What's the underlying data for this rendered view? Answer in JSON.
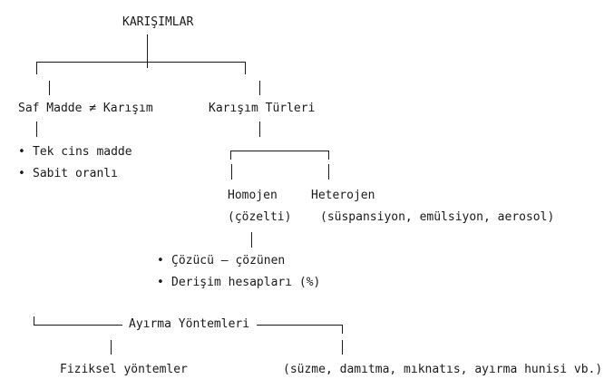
{
  "diagram": {
    "root": "KARIŞIMLAR",
    "left_branch": {
      "title": "Saf Madde ≠ Karışım",
      "bullets": [
        "Tek cins madde",
        "Sabit oranlı"
      ]
    },
    "right_branch": {
      "title": "Karışım Türleri",
      "homogeneous": {
        "title": "Homojen",
        "subtitle": "(çözelti)",
        "bullets": [
          "Çözücü – çözünen",
          "Derişim hesapları (%)"
        ]
      },
      "heterogeneous": {
        "title": "Heterojen",
        "subtitle": "(süspansiyon, emülsiyon, aerosol)"
      }
    },
    "separation": {
      "title": "Ayırma Yöntemleri",
      "left": "Fiziksel yöntemler",
      "right": "(süzme, damıtma, mıknatıs, ayırma hunisi vb.)"
    },
    "bullet_char": "•"
  }
}
